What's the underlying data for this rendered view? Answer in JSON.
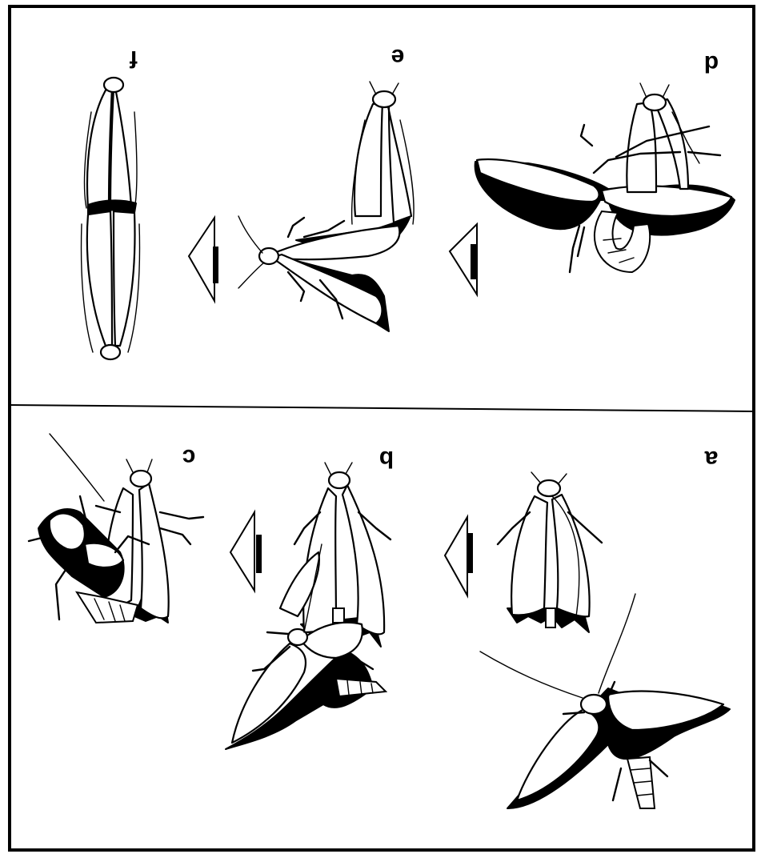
{
  "panels": [
    {
      "label": "a"
    },
    {
      "label": "b"
    },
    {
      "label": "c"
    },
    {
      "label": "d"
    },
    {
      "label": "e"
    },
    {
      "label": "f"
    }
  ],
  "colors": {
    "ink": "#000000",
    "paper": "#ffffff"
  }
}
